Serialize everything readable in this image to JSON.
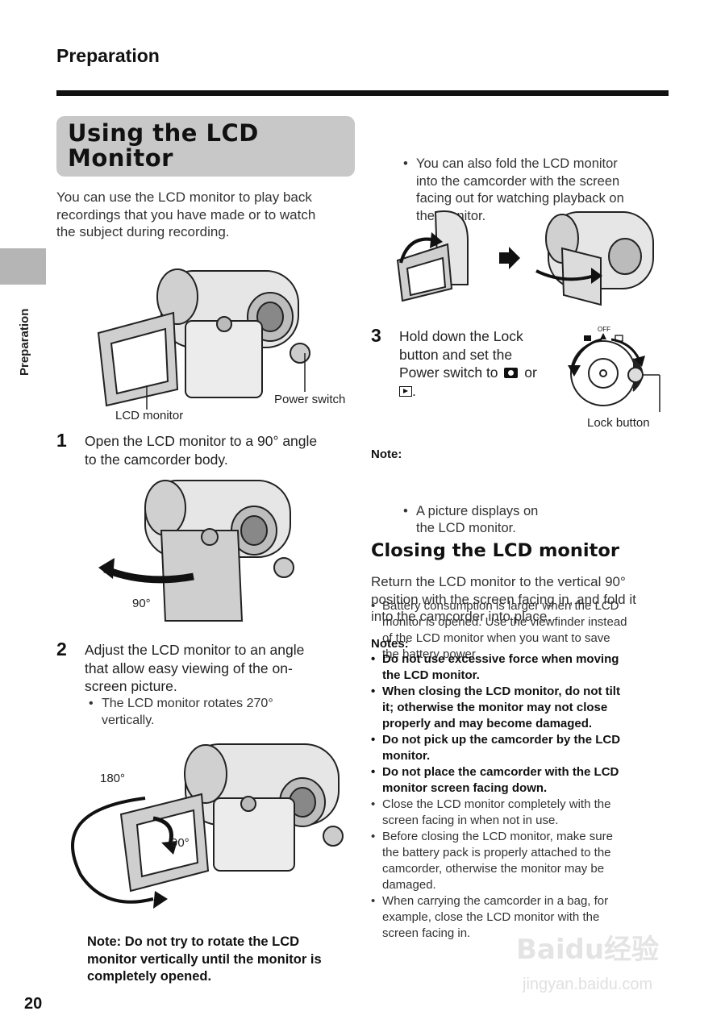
{
  "header": {
    "section": "Preparation"
  },
  "title": {
    "line1": "Using the LCD",
    "line2": "Monitor"
  },
  "side_tab": {
    "label": "Preparation"
  },
  "intro": {
    "line1": "You can use the LCD monitor to play back",
    "line2": "recordings that you have made or to watch",
    "line3": "the subject during recording."
  },
  "figure1": {
    "label_power": "Power switch",
    "label_lcd": "LCD monitor"
  },
  "step1": {
    "num": "1",
    "line1": "Open the LCD monitor to a 90° angle",
    "line2": "to the camcorder body."
  },
  "figure2": {
    "angle": "90°"
  },
  "step2": {
    "num": "2",
    "line1": "Adjust the LCD monitor to an angle",
    "line2": "that allow easy viewing of the on-",
    "line3": "screen picture.",
    "bullet_l1": "The LCD monitor rotates 270°",
    "bullet_l2": "vertically."
  },
  "figure3": {
    "angle_180": "180°",
    "angle_90": "90°"
  },
  "note_left": {
    "line1": "Note: Do not try to rotate the LCD",
    "line2": "monitor vertically until the monitor is",
    "line3": "completely opened."
  },
  "right_bullet": {
    "l1": "You can also fold the LCD monitor",
    "l2": "into the camcorder with the screen",
    "l3": "facing out for watching playback on",
    "l4": "the monitor."
  },
  "step3": {
    "num": "3",
    "line1": "Hold down the Lock",
    "line2": "button and set the",
    "line3": "Power switch to",
    "line3b": "or",
    "line4": ".",
    "bullet_l1": "A picture displays on",
    "bullet_l2": "the LCD monitor.",
    "off_label": "OFF",
    "lock_label": "Lock button"
  },
  "note_right": {
    "title": "Note:",
    "l1": "Battery consumption is larger when the LCD",
    "l2": "monitor is opened. Use the viewfinder instead",
    "l3": "of the LCD monitor when you want to save",
    "l4": "the battery power."
  },
  "closing": {
    "heading": "Closing the LCD monitor",
    "l1": "Return the LCD monitor to the vertical 90°",
    "l2": "position with the screen facing in, and fold it",
    "l3": "into the camcorder into place."
  },
  "notes": {
    "title": "Notes:",
    "b1a": "Do not use excessive force when moving",
    "b1b": "the LCD monitor.",
    "b2a": "When closing the LCD monitor, do not tilt",
    "b2b": "it; otherwise the monitor may not close",
    "b2c": "properly and may become damaged.",
    "b3a": "Do not pick up the camcorder by the LCD",
    "b3b": "monitor.",
    "b4a": "Do not place the camcorder with the LCD",
    "b4b": "monitor screen facing down.",
    "n1a": "Close the LCD monitor completely with the",
    "n1b": "screen facing in when not in use.",
    "n2a": "Before closing the LCD monitor, make sure",
    "n2b": "the battery pack is properly attached to the",
    "n2c": "camcorder, otherwise the monitor may be",
    "n2d": "damaged.",
    "n3a": "When carrying the camcorder in a bag, for",
    "n3b": "example, close the LCD monitor with the",
    "n3c": "screen facing in."
  },
  "page_number": "20",
  "watermark": {
    "main": "Baidu经验",
    "sub": "jingyan.baidu.com"
  }
}
